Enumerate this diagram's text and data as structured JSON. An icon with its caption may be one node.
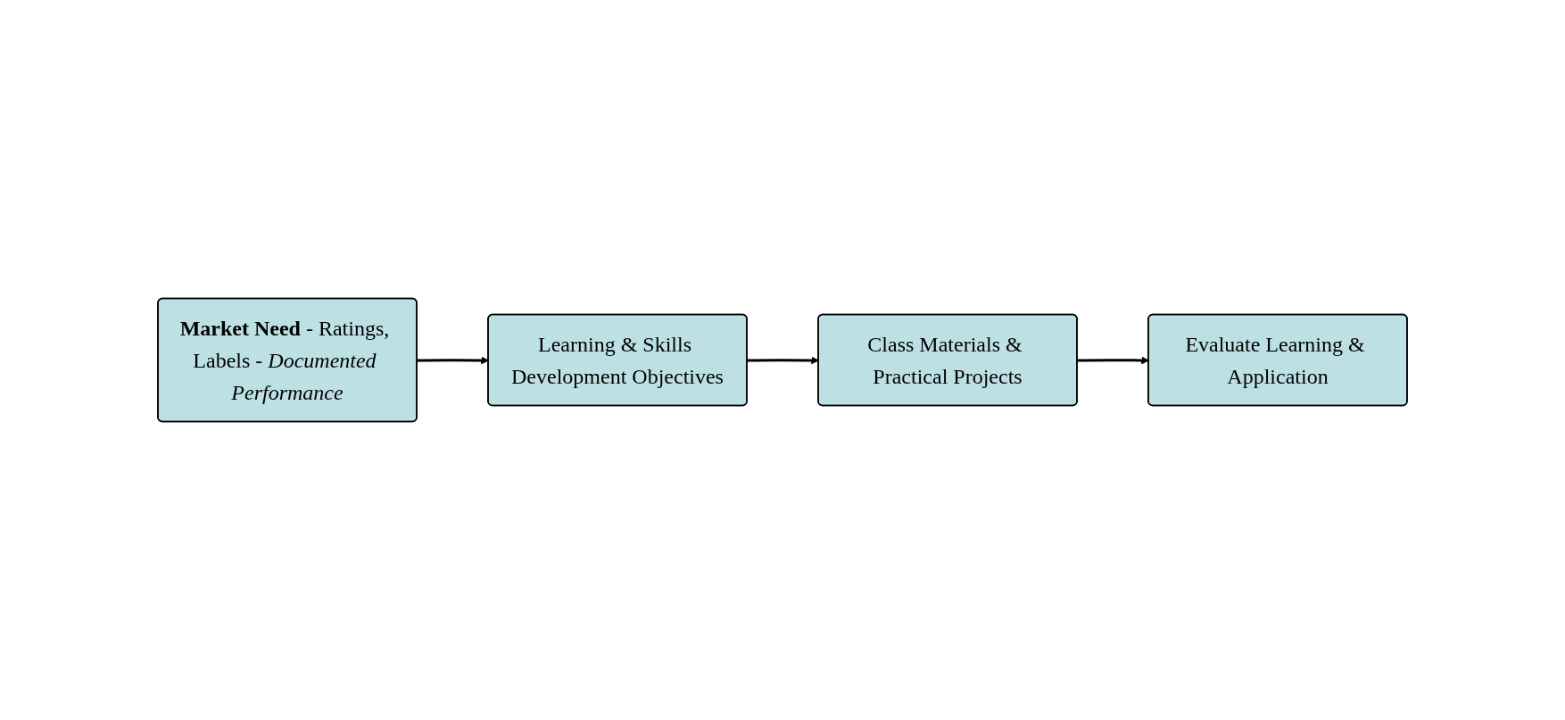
{
  "diagram": {
    "nodes": [
      {
        "text": [
          "**Market Need** - Ratings, Labels - *Documented Performance*"
        ]
      },
      {
        "text": [
          "Learning & Skills Development Objectives"
        ]
      },
      {
        "text": [
          "Class Materials & Practical Projects"
        ]
      },
      {
        "text": [
          "Evaluate Learning & Application"
        ]
      }
    ],
    "edges": [
      {
        "from": 0,
        "to": 1,
        "arrow": "to"
      },
      {
        "from": 1,
        "to": 2,
        "arrow": "to"
      },
      {
        "from": 2,
        "to": 3,
        "arrow": "to"
      }
    ]
  }
}
